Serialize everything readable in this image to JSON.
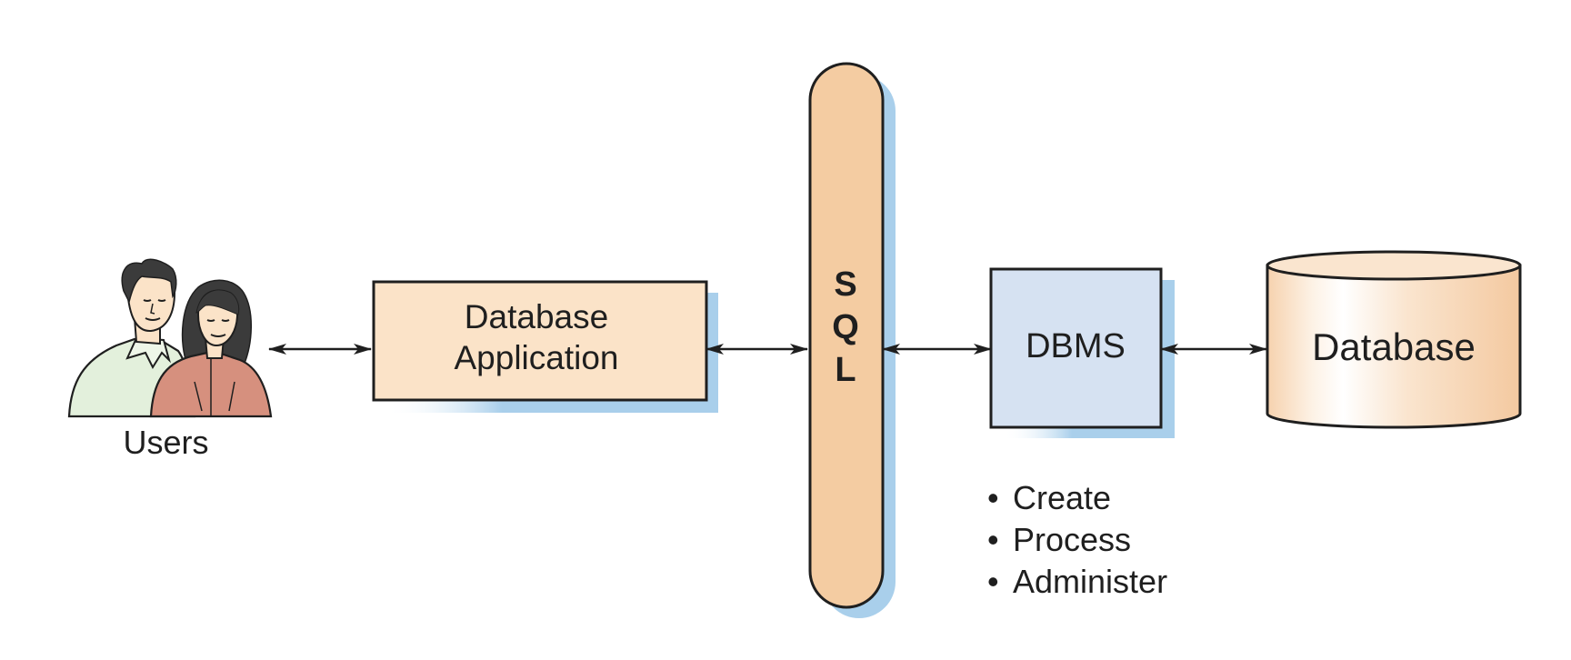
{
  "users": {
    "label": "Users"
  },
  "app": {
    "line1": "Database",
    "line2": "Application"
  },
  "sql": {
    "letters": [
      "S",
      "Q",
      "L"
    ]
  },
  "dbms": {
    "label": "DBMS",
    "functions": [
      "Create",
      "Process",
      "Administer"
    ]
  },
  "database": {
    "label": "Database"
  },
  "colors": {
    "app_fill": "#fbe3c8",
    "sql_fill": "#f4cca2",
    "dbms_fill": "#d6e2f2",
    "db_fill": "#f6d2ae",
    "shadow": "#a9cfeb",
    "stroke": "#1f1f1f",
    "shirt_green": "#e3f0dc",
    "jacket_terracotta": "#d6907e"
  },
  "icons": [
    "users-icon",
    "database-cylinder-icon",
    "double-arrow-icon"
  ]
}
